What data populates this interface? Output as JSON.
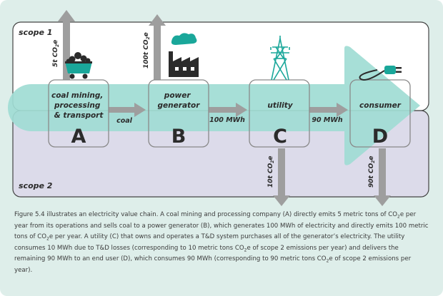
{
  "diagram": {
    "scope1_label": "scope 1",
    "scope2_label": "scope 2",
    "stages": [
      {
        "id": "A",
        "letter": "A",
        "name_lines": [
          "coal mining,",
          "processing",
          "& transport"
        ],
        "icon": "coal-cart-icon"
      },
      {
        "id": "B",
        "letter": "B",
        "name_lines": [
          "power",
          "generator"
        ],
        "icon": "factory-icon"
      },
      {
        "id": "C",
        "letter": "C",
        "name_lines": [
          "utility"
        ],
        "icon": "transmission-tower-icon"
      },
      {
        "id": "D",
        "letter": "D",
        "name_lines": [
          "consumer"
        ],
        "icon": "electric-plug-icon"
      }
    ],
    "flows": [
      {
        "label": "coal"
      },
      {
        "label": "100 MWh"
      },
      {
        "label": "90 MWh"
      }
    ],
    "emissions": [
      {
        "label": "5t CO",
        "sub": "2",
        "suffix": "e",
        "scope": 1
      },
      {
        "label": "100t CO",
        "sub": "2",
        "suffix": "e",
        "scope": 1
      },
      {
        "label": "10t CO",
        "sub": "2",
        "suffix": "e",
        "scope": 2
      },
      {
        "label": "90t CO",
        "sub": "2",
        "suffix": "e",
        "scope": 2
      }
    ],
    "colors": {
      "teal_band": "#9fdcd4",
      "accent_teal": "#1aa79a",
      "scope2_fill": "#dcdbea",
      "gray_arrow": "#9e9e9e",
      "text_dark": "#2b2b2b"
    }
  },
  "caption": {
    "p1": "Figure 5.4 illustrates an electricity value chain. A coal mining and processing company (A) directly emits 5 metric tons of CO",
    "s1": "2",
    "p2": "e per year from its operations and sells coal to a power generator (B), which generates 100 MWh of electricity and directly emits 100 metric tons of CO",
    "s2": "2",
    "p3": "e per year. A utility (C) that owns and operates a T&D system purchases all of the generator’s electricity. The utility consumes 10 MWh due to T&D losses (corresponding to 10 metric tons CO",
    "s3": "2",
    "p4": "e of scope 2 emissions per year) and delivers the remaining 90 MWh to an end user (D), which consumes 90 MWh (corresponding to 90 metric tons CO",
    "s4": "2",
    "p5": "e of scope 2 emissions per year)."
  }
}
